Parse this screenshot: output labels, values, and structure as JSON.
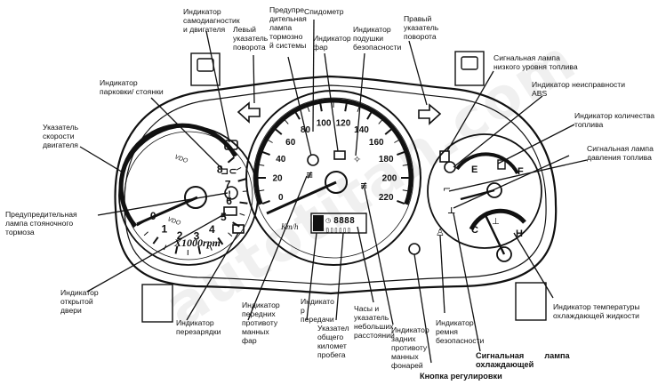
{
  "colors": {
    "ink": "#111111",
    "bg": "#ffffff"
  },
  "watermark": "autotitan.com",
  "tacho": {
    "ticks": [
      "1",
      "2",
      "3",
      "4",
      "5",
      "6",
      "7",
      "8"
    ],
    "zero": "0",
    "unit": "X1000rpm",
    "brand": "VDO"
  },
  "speedo": {
    "ticks": [
      "0",
      "20",
      "40",
      "60",
      "80",
      "100",
      "120",
      "140",
      "160",
      "180",
      "200",
      "220"
    ],
    "unit": "Km/h",
    "display_digits": "8888"
  },
  "fuel_gauge": {
    "empty": "E",
    "full": "F"
  },
  "temp_gauge": {
    "cold": "C",
    "hot": "H"
  },
  "labels": {
    "engine_diag": "Индикатор\nсамодиагностик\nи двигателя",
    "left_turn": "Левый\nуказатель\nповорота",
    "brake_warning": "Предупре\nдительная\nлампа\nтормозно\nй системы",
    "speedometer": "Спидометр",
    "headlights": "Индикатор\nфар",
    "airbag": "Индикатор\nподушки\nбезопасности",
    "right_turn": "Правый\nуказатель\nповорота",
    "low_fuel": "Сигнальная лампа\nнизкого уровня топлива",
    "abs": "Индикатор неисправности\nABS",
    "fuel_qty": "Индикатор количества\nтоплива",
    "oil_pressure": "Сигнальная лампа\nдавления топлива",
    "parking": "Индикатор\nпарковки/ стоянки",
    "tachometer": "Указатель\nскорости\nдвигателя",
    "parking_brake": "Предупредительная\nлампа стояночного\nтормоза",
    "door_open": "Индикатор\nоткрытой\nдвери",
    "charging": "Индикатор\nперезарядки",
    "front_fog": "Индикатор\nпередних\nпротивоту\nманных\nфар",
    "gear": "Индикато\nр\nпередачи",
    "odometer": "Указател\nобщего\nкиломет\nпробега",
    "clock": "Часы и\nуказатель\nнебольших\nрасстояний",
    "rear_fog": "Индикатор\nзадних\nпротивоту\nманных\nфонарей",
    "seatbelt": "Индикатор\nремня\nбезопасности",
    "coolant_warning": "Сигнальная         лампа\nохлаждающей",
    "adjust_button": "Кнопка регулировки",
    "coolant_temp": "Индикатор температуры\nохлаждающей жидкости"
  }
}
